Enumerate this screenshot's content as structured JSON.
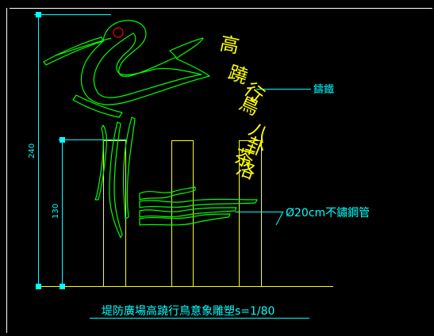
{
  "drawing": {
    "title": "堤防廣場高蹺行鳥意象雕塑s=1/80",
    "dimensions": {
      "overall_height": "240",
      "pole_height": "130"
    },
    "labels": {
      "cast_iron": "鑄鐵",
      "pipe": "Ø20cm不鏽鋼管"
    },
    "vertical_text": [
      "高",
      "蹺",
      "行",
      "鳥",
      "八",
      "卦",
      "茶",
      "洛"
    ],
    "colors": {
      "background": "#000000",
      "frame": "#ffffff",
      "dimension": "#00ffff",
      "sculpture": "#00ff00",
      "poles": "#ffff00",
      "eye": "#ff0000"
    }
  }
}
